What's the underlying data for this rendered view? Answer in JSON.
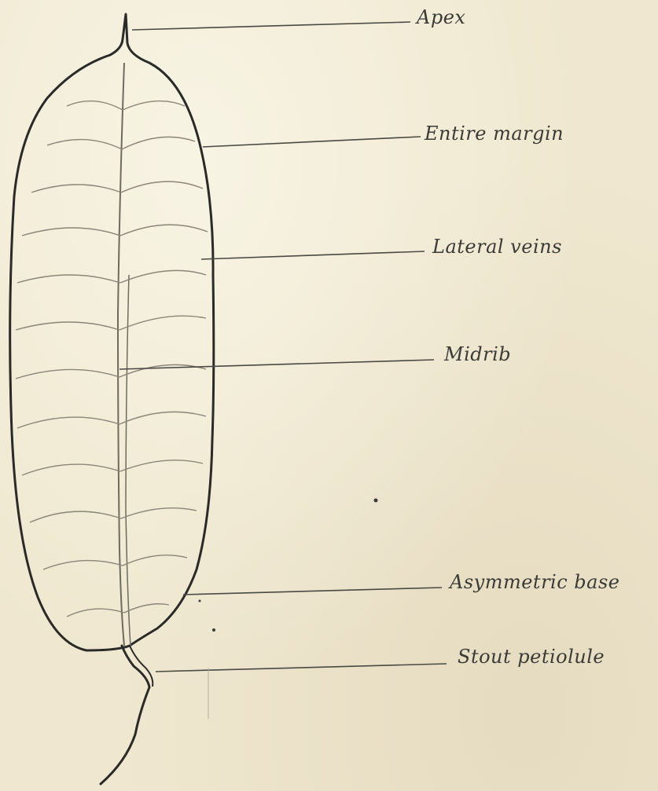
{
  "labels": {
    "apex": "Apex",
    "margin": "Entire margin",
    "lateral_veins": "Lateral veins",
    "midrib": "Midrib",
    "base": "Asymmetric base",
    "petiolule": "Stout petiolule"
  },
  "colors": {
    "paper": "#efe7cf",
    "outline": "#2a2a28",
    "vein": "#8a8578",
    "leader": "#4a4a44"
  }
}
